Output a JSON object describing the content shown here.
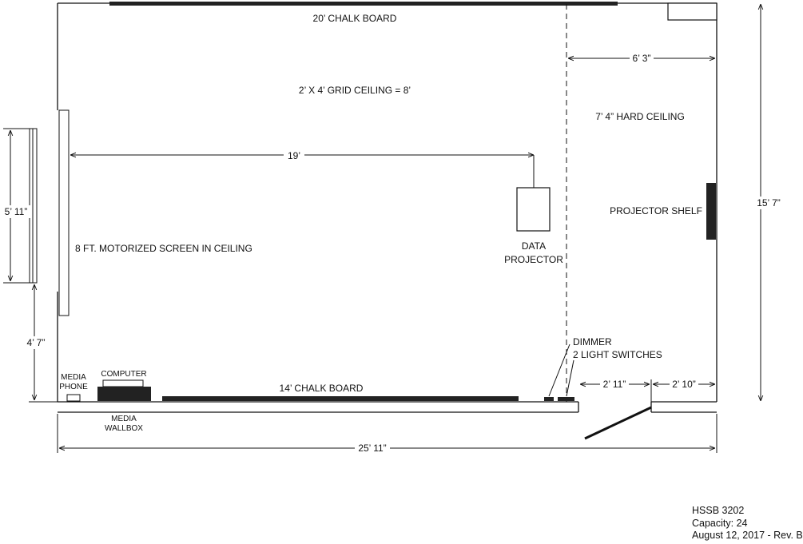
{
  "labels": {
    "chalkboard_top": "20’ CHALK BOARD",
    "grid_ceiling": "2’ X 4’ GRID CEILING = 8’",
    "hard_ceiling": "7’ 4” HARD CEILING",
    "projector_shelf": "PROJECTOR SHELF",
    "screen": "8 FT. MOTORIZED SCREEN IN CEILING",
    "data_projector_line1": "DATA",
    "data_projector_line2": "PROJECTOR",
    "chalkboard_bottom": "14’ CHALK BOARD",
    "dimmer": "DIMMER",
    "light_switches": "2 LIGHT SWITCHES",
    "media_phone_line1": "MEDIA",
    "media_phone_line2": "PHONE",
    "computer": "COMPUTER",
    "media_wallbox_line1": "MEDIA",
    "media_wallbox_line2": "WALLBOX"
  },
  "dimensions": {
    "right_zone_width": "6’ 3”",
    "throw_distance": "19’",
    "room_depth": "15’ 7”",
    "screen_width": "5’ 11”",
    "screen_offset": "4’ 7”",
    "door_offset": "2’ 11”",
    "door_width": "2’ 10”",
    "room_length": "25’ 11”"
  },
  "info": {
    "room": "HSSB 3202",
    "capacity": "Capacity: 24",
    "date": "August 12, 2017 - Rev. B"
  }
}
